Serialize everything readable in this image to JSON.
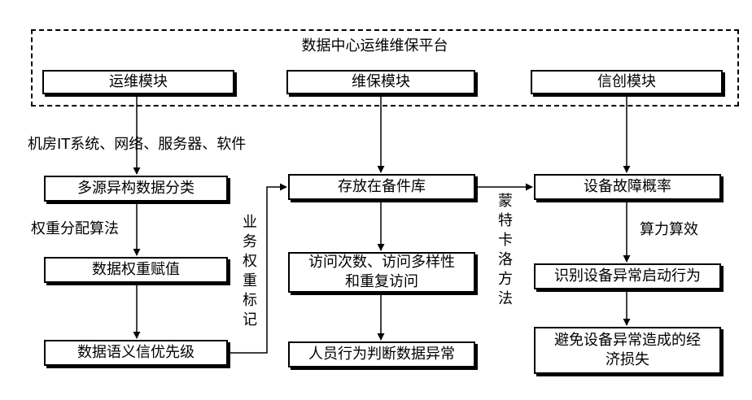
{
  "platform": {
    "title": "数据中心运维维保平台"
  },
  "modules": {
    "ops": "运维模块",
    "maint": "维保模块",
    "xinchuang": "信创模块"
  },
  "left_column": {
    "source_label": "机房IT系统、网络、服务器、软件",
    "classify": "多源异构数据分类",
    "weight_algo_label": "权重分配算法",
    "weight_assign": "数据权重赋值",
    "semantic_priority": "数据语义信优先级",
    "business_tag_label": "业务权重标记"
  },
  "middle_column": {
    "store": "存放在备件库",
    "access": "访问次数、访问多样性和重复访问",
    "judge": "人员行为判断数据异常",
    "monte_carlo_label": "蒙特卡洛方法"
  },
  "right_column": {
    "fault_prob": "设备故障概率",
    "compute_label": "算力算效",
    "identify": "识别设备异常启动行为",
    "avoid": "避免设备异常造成的经济损失"
  },
  "colors": {
    "stroke": "#000000",
    "background": "#ffffff"
  }
}
